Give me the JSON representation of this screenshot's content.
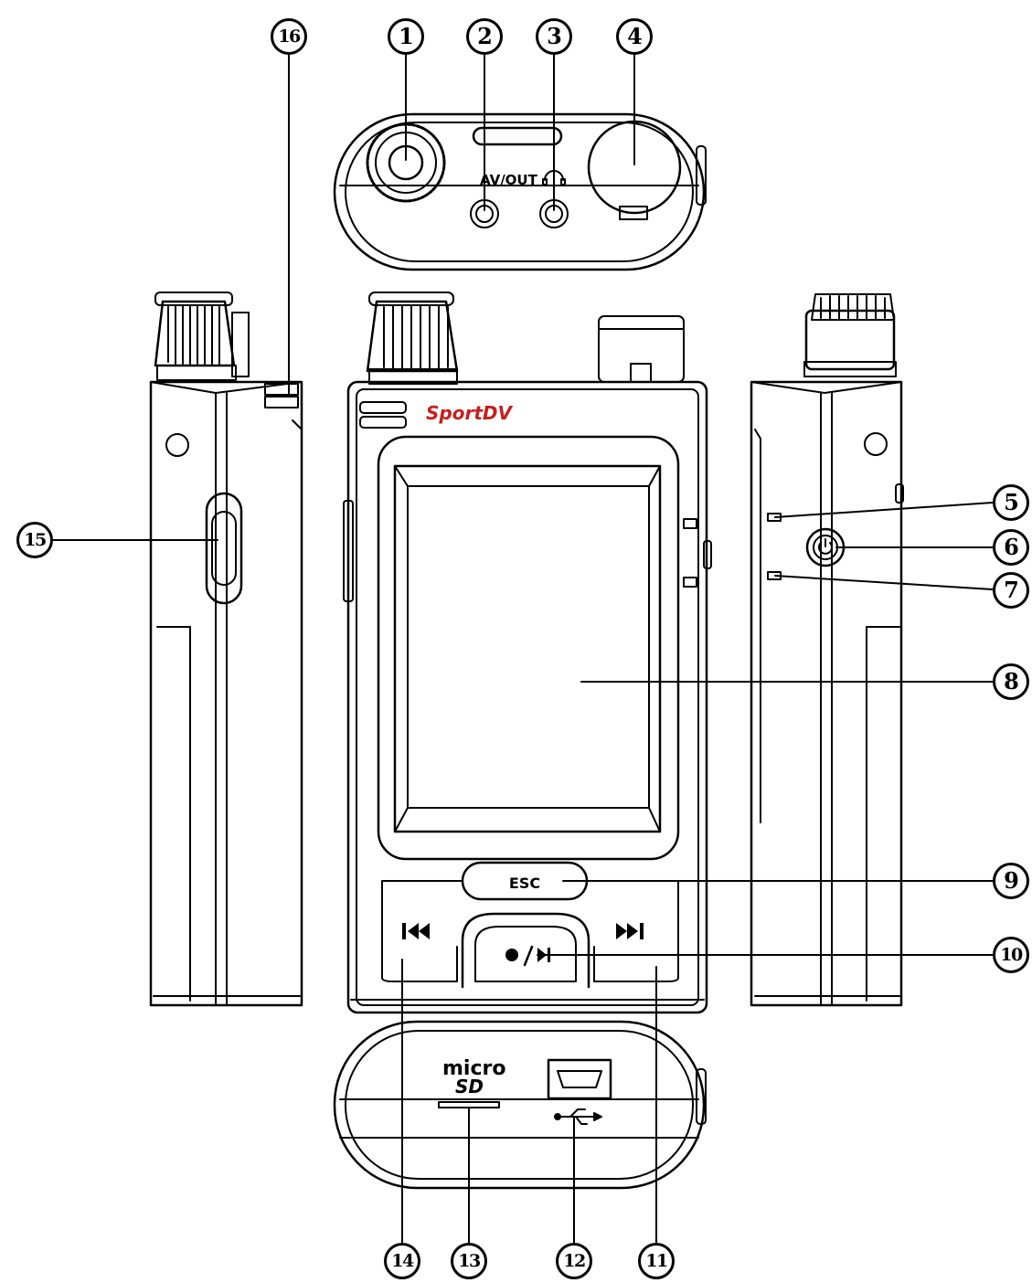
{
  "diagram": {
    "brand": "SportDV",
    "av_out_label": "AV/OUT",
    "esc_label": "ESC",
    "prev_icon": "skip-previous-icon",
    "next_icon": "skip-next-icon",
    "record_play_icon": "record-play-icon",
    "microsd_logo": "micro SD",
    "usb_icon": "usb-icon",
    "headphone_icon": "headphone-icon",
    "power_icon": "power-icon",
    "brand_color": "#c81e1e"
  },
  "callouts": [
    "1",
    "2",
    "3",
    "4",
    "5",
    "6",
    "7",
    "8",
    "9",
    "10",
    "11",
    "12",
    "13",
    "14",
    "15",
    "16"
  ]
}
